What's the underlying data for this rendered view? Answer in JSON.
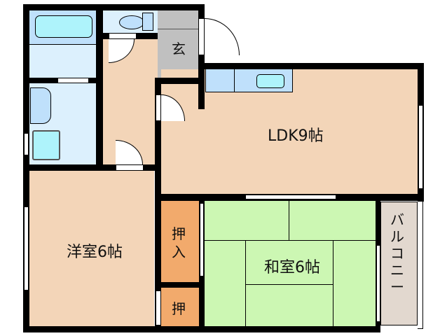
{
  "floor_plan": {
    "rooms": [
      {
        "id": "ldk",
        "label": "LDK9帖",
        "color": "#f3d5b8"
      },
      {
        "id": "western",
        "label": "洋室6帖",
        "color": "#f3d5b8"
      },
      {
        "id": "japanese",
        "label": "和室6帖",
        "color": "#ccf7b3"
      },
      {
        "id": "entrance",
        "label": "玄",
        "color": "#c0c0c0"
      },
      {
        "id": "closet1",
        "label": "押入",
        "color": "#f2aa6c"
      },
      {
        "id": "closet2",
        "label": "押",
        "color": "#f2aa6c"
      },
      {
        "id": "balcony",
        "label": "バルコニー",
        "color": "#e2d8cf"
      },
      {
        "id": "bath",
        "label": "",
        "color": "#dcf0fd"
      },
      {
        "id": "washroom",
        "label": "",
        "color": "#dcf0fd"
      },
      {
        "id": "toilet",
        "label": "",
        "color": "#dcf0fd"
      },
      {
        "id": "hallway",
        "label": "",
        "color": "#f3d5b8"
      }
    ],
    "closet1_line1": "押",
    "closet1_line2": "入",
    "balcony_chars": [
      "バ",
      "ル",
      "コ",
      "ニ",
      "ー"
    ]
  }
}
